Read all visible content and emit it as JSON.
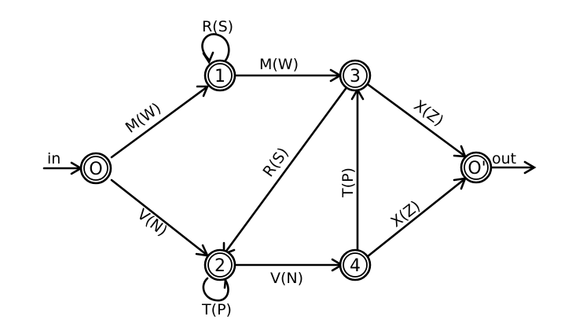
{
  "diagram": {
    "nodes": {
      "n0": "O",
      "n1": "1",
      "n2": "2",
      "n3": "3",
      "n4": "4",
      "nout": "O'"
    },
    "edges": {
      "in_label": "in",
      "out_label": "out",
      "e0_1": "M(W)",
      "e1_3": "M(W)",
      "e1_loop": "R(S)",
      "e0_2": "V(N)",
      "e2_loop": "T(P)",
      "e3_2": "R(S)",
      "e2_4": "V(N)",
      "e4_3": "T(P)",
      "e3_out": "X(Z)",
      "e4_out": "X(Z)"
    }
  }
}
